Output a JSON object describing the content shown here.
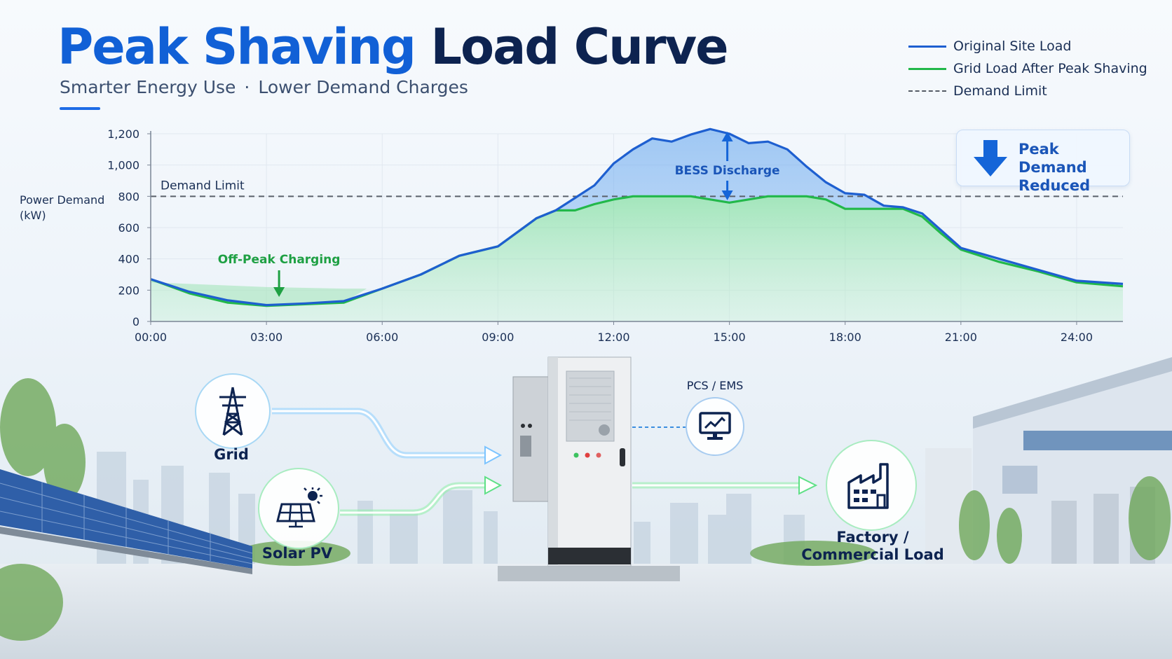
{
  "header": {
    "title_part1": "Peak Shaving",
    "title_part2": "Load Curve",
    "subtitle_left": "Smarter Energy Use",
    "subtitle_sep": "·",
    "subtitle_right": "Lower Demand Charges"
  },
  "legend": [
    {
      "label": "Original Site Load",
      "color": "#1e5fd0",
      "style": "solid"
    },
    {
      "label": "Grid Load After Peak Shaving",
      "color": "#22b84a",
      "style": "solid"
    },
    {
      "label": "Demand Limit",
      "color": "#555b66",
      "style": "dashed"
    }
  ],
  "callout": {
    "text": "Peak Demand Reduced"
  },
  "chart_data": {
    "type": "area",
    "ylabel": "Power Demand (kW)",
    "xlabel": "",
    "ylim": [
      0,
      1200
    ],
    "yticks": [
      0,
      200,
      400,
      600,
      800,
      1000,
      1200
    ],
    "ytick_labels": [
      "0",
      "200",
      "400",
      "600",
      "800",
      "1,000",
      "1,200"
    ],
    "xlim": [
      0,
      25.2
    ],
    "xticks": [
      0,
      3,
      6,
      9,
      12,
      15,
      18,
      21,
      24
    ],
    "xtick_labels": [
      "00:00",
      "03:00",
      "06:00",
      "09:00",
      "12:00",
      "15:00",
      "18:00",
      "21:00",
      "24:00"
    ],
    "grid": true,
    "demand_limit": 800,
    "demand_limit_label": "Demand Limit",
    "annotations": [
      {
        "text": "Off-Peak Charging",
        "x": 3.0,
        "y": 300
      },
      {
        "text": "BESS Discharge",
        "x": 15.0,
        "y": 980
      }
    ],
    "series": [
      {
        "name": "Original Site Load",
        "x": [
          0,
          1,
          2,
          3,
          4,
          5,
          6,
          7,
          8,
          9,
          10,
          10.5,
          11,
          11.5,
          12,
          12.5,
          13,
          13.5,
          14,
          14.5,
          15,
          15.5,
          16,
          16.5,
          17,
          17.5,
          18,
          18.5,
          19,
          19.5,
          20,
          20.5,
          21,
          22,
          23,
          24,
          25.2
        ],
        "values": [
          270,
          190,
          135,
          105,
          115,
          130,
          210,
          300,
          420,
          480,
          660,
          710,
          790,
          870,
          1010,
          1100,
          1170,
          1150,
          1195,
          1230,
          1200,
          1140,
          1150,
          1100,
          990,
          890,
          820,
          810,
          740,
          730,
          690,
          580,
          470,
          400,
          330,
          260,
          240
        ]
      },
      {
        "name": "Grid Load After Peak Shaving",
        "x": [
          0,
          1,
          2,
          3,
          4,
          5,
          6,
          7,
          8,
          9,
          10,
          10.5,
          11,
          11.5,
          12,
          12.5,
          13,
          13.5,
          14,
          14.5,
          15,
          15.5,
          16,
          16.5,
          17,
          17.5,
          18,
          18.5,
          19,
          19.5,
          20,
          20.5,
          21,
          22,
          23,
          24,
          25.2
        ],
        "values": [
          270,
          180,
          120,
          100,
          110,
          120,
          210,
          300,
          420,
          480,
          660,
          710,
          710,
          750,
          780,
          800,
          800,
          800,
          800,
          780,
          760,
          780,
          800,
          800,
          800,
          780,
          720,
          720,
          720,
          720,
          670,
          560,
          460,
          380,
          320,
          250,
          225
        ]
      },
      {
        "name": "Charging Baseline",
        "x": [
          0,
          1,
          2,
          3,
          4,
          5,
          5.6
        ],
        "values": [
          250,
          240,
          230,
          220,
          215,
          210,
          210
        ]
      }
    ]
  },
  "scene": {
    "grid_label": "Grid",
    "solar_label": "Solar PV",
    "pcs_label": "PCS / EMS",
    "load_label_line1": "Factory /",
    "load_label_line2": "Commercial Load"
  }
}
